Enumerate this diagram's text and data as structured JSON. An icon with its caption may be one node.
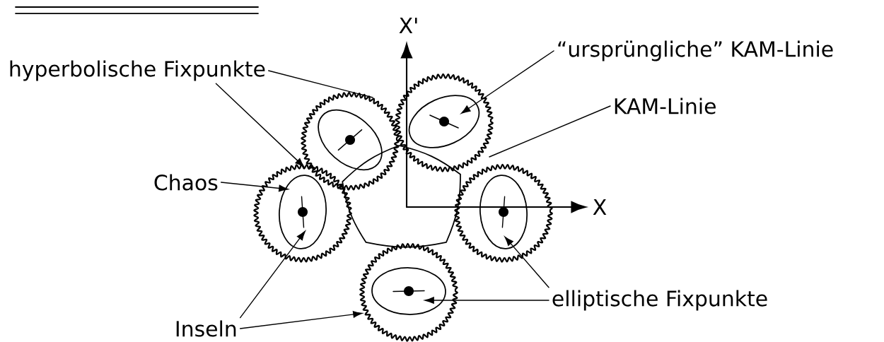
{
  "diagram": {
    "nodes": [
      {
        "text": [
          "hyperbolische Fixpunkte"
        ]
      },
      {
        "text": [
          "Chaos"
        ]
      },
      {
        "text": [
          "Inseln"
        ]
      },
      {
        "text": [
          "“ursprüngliche” KAM-Linie"
        ]
      },
      {
        "text": [
          "KAM-Linie"
        ]
      },
      {
        "text": [
          "elliptische Fixpunkte"
        ]
      }
    ],
    "edges": [
      {
        "from": 0,
        "to": null,
        "arrow": "to"
      },
      {
        "from": 0,
        "to": null,
        "arrow": "none"
      },
      {
        "from": 1,
        "to": null,
        "arrow": "to"
      },
      {
        "from": 2,
        "to": null,
        "arrow": "to"
      },
      {
        "from": 2,
        "to": null,
        "arrow": "to"
      },
      {
        "from": 3,
        "to": null,
        "arrow": "to"
      },
      {
        "from": 4,
        "to": null,
        "arrow": "none"
      },
      {
        "from": 5,
        "to": null,
        "arrow": "to"
      },
      {
        "from": 5,
        "to": null,
        "arrow": "to"
      }
    ],
    "labels": [
      "X'",
      "X"
    ]
  }
}
